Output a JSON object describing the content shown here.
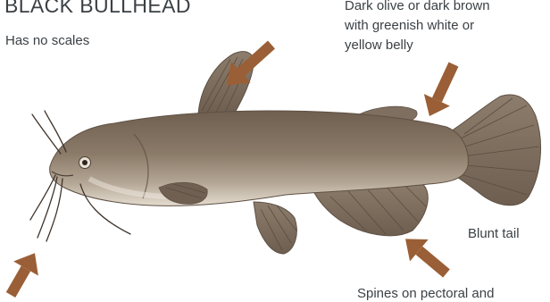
{
  "title": "BLACK BULLHEAD",
  "labels": {
    "scales": "Has no scales",
    "colour_lines": [
      "Dark olive or dark brown",
      "with greenish white or",
      "yellow belly"
    ],
    "tail": "Blunt tail",
    "spines": "Spines on pectoral and"
  },
  "colors": {
    "text": "#3b4145",
    "arrow": "#9a5f36",
    "fish_body": "#8a7866",
    "fish_belly": "#e2d9cd",
    "fins": "#7e6e5f"
  },
  "icons": [
    "black-bullhead-fish-illustration",
    "arrow-icon"
  ]
}
